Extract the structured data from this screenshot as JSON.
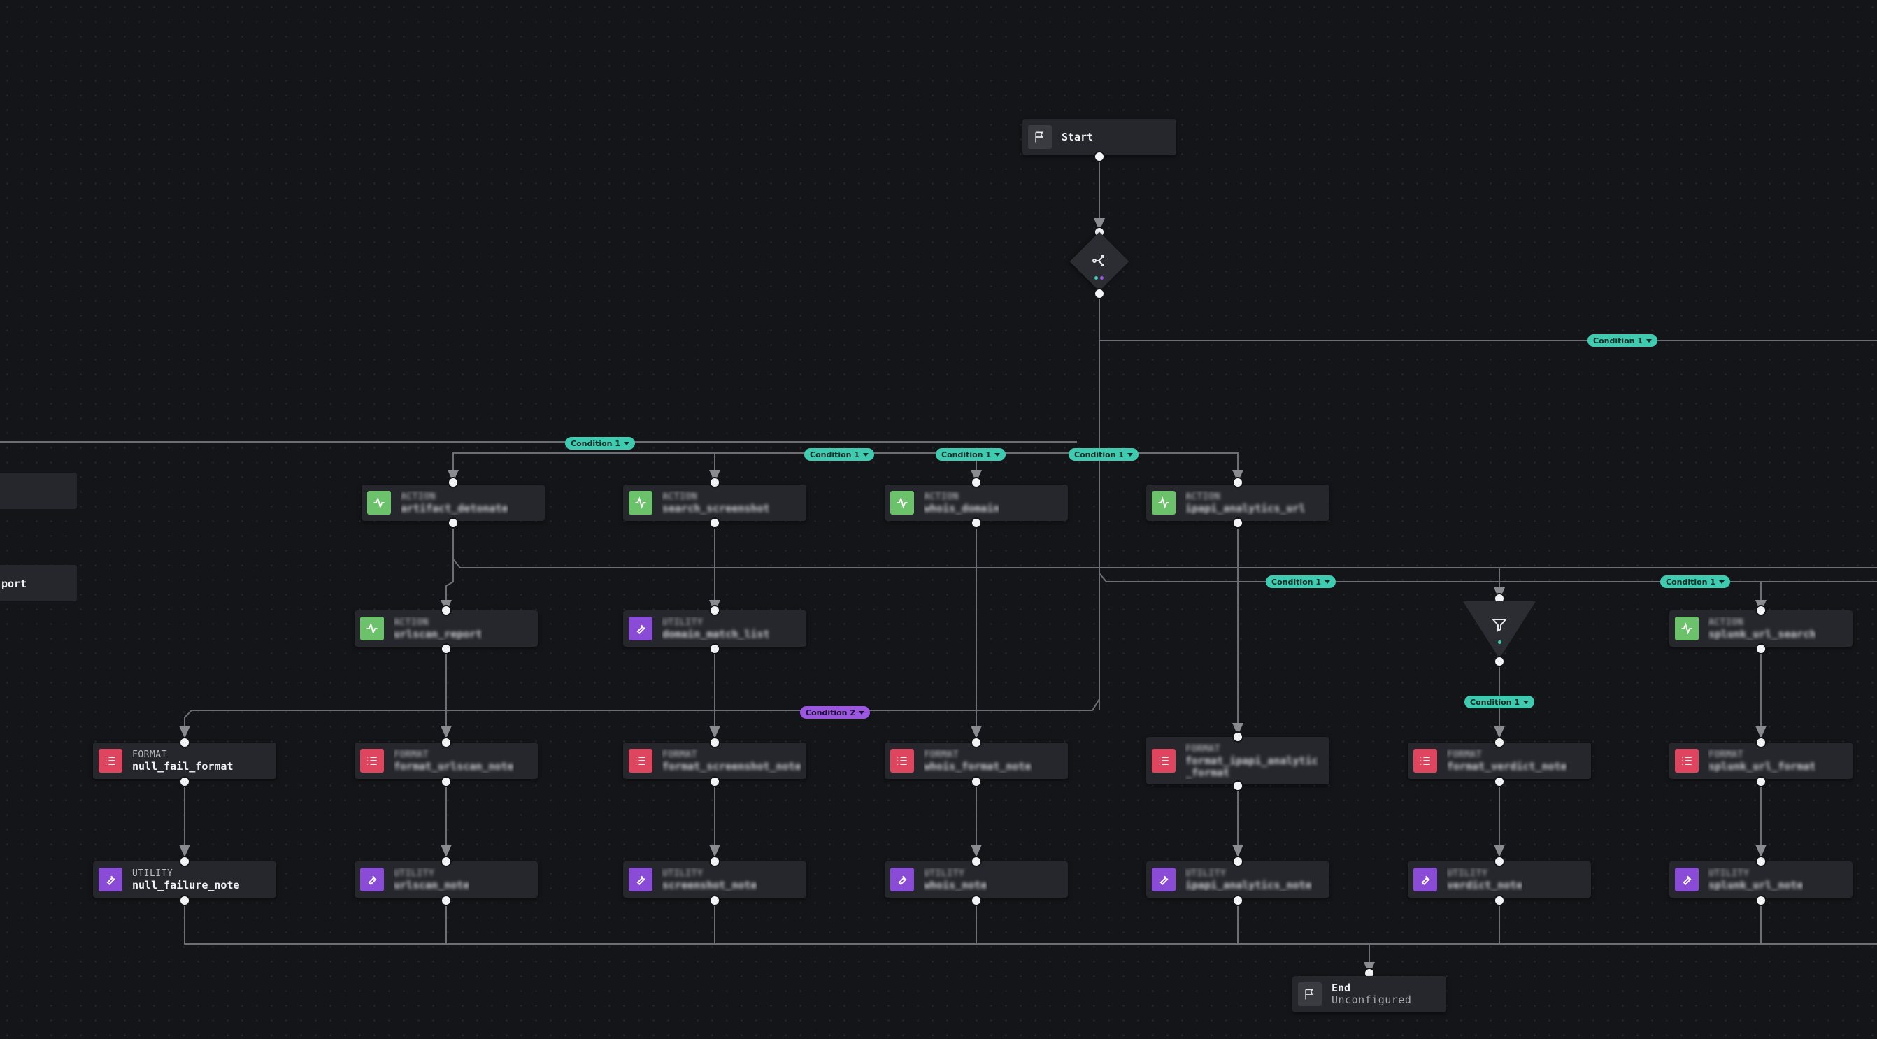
{
  "canvas": {
    "start": {
      "label": "Start"
    },
    "end": {
      "label": "End",
      "status": "Unconfigured"
    },
    "left_partial_node": {
      "label": "port"
    },
    "row1": [
      {
        "kind": "ACTION",
        "name": "artifact_detonate"
      },
      {
        "kind": "ACTION",
        "name": "search_screenshot"
      },
      {
        "kind": "ACTION",
        "name": "whois_domain"
      },
      {
        "kind": "ACTION",
        "name": "ipapi_analytics_url"
      }
    ],
    "row2": [
      {
        "kind": "ACTION",
        "name": "urlscan_report"
      },
      {
        "kind": "UTILITY",
        "name": "domain_match_list"
      },
      {
        "kind": "ACTION",
        "name": "splunk_url_search"
      }
    ],
    "row3": [
      {
        "kind": "FORMAT",
        "name": "null_fail_format"
      },
      {
        "kind": "FORMAT",
        "name": "format_urlscan_note"
      },
      {
        "kind": "FORMAT",
        "name": "format_screenshot_note"
      },
      {
        "kind": "FORMAT",
        "name": "whois_format_note"
      },
      {
        "kind": "FORMAT",
        "name": "format_ipapi_analytic_format"
      },
      {
        "kind": "FORMAT",
        "name": "format_verdict_note"
      },
      {
        "kind": "FORMAT",
        "name": "splunk_url_format"
      }
    ],
    "row4": [
      {
        "kind": "UTILITY",
        "name": "null_failure_note"
      },
      {
        "kind": "UTILITY",
        "name": "urlscan_note"
      },
      {
        "kind": "UTILITY",
        "name": "screenshot_note"
      },
      {
        "kind": "UTILITY",
        "name": "whois_note"
      },
      {
        "kind": "UTILITY",
        "name": "ipapi_analytics_note"
      },
      {
        "kind": "UTILITY",
        "name": "verdict_note"
      },
      {
        "kind": "UTILITY",
        "name": "splunk_url_note"
      }
    ],
    "conditions": {
      "c1": "Condition 1",
      "c2": "Condition 2"
    }
  },
  "colors": {
    "background": "#141518",
    "node": "#26272c",
    "action": "#6cc26a",
    "utility": "#8a4bd6",
    "format": "#e0455f",
    "condition": "#3ecbb0",
    "condition2": "#9b57e0",
    "wire": "#7a7b80"
  },
  "icons": {
    "start": "flag-icon",
    "end": "flag-icon",
    "decision": "branch-icon",
    "filter": "funnel-icon",
    "action": "activity-icon",
    "utility": "wrench-icon",
    "format": "list-icon"
  }
}
